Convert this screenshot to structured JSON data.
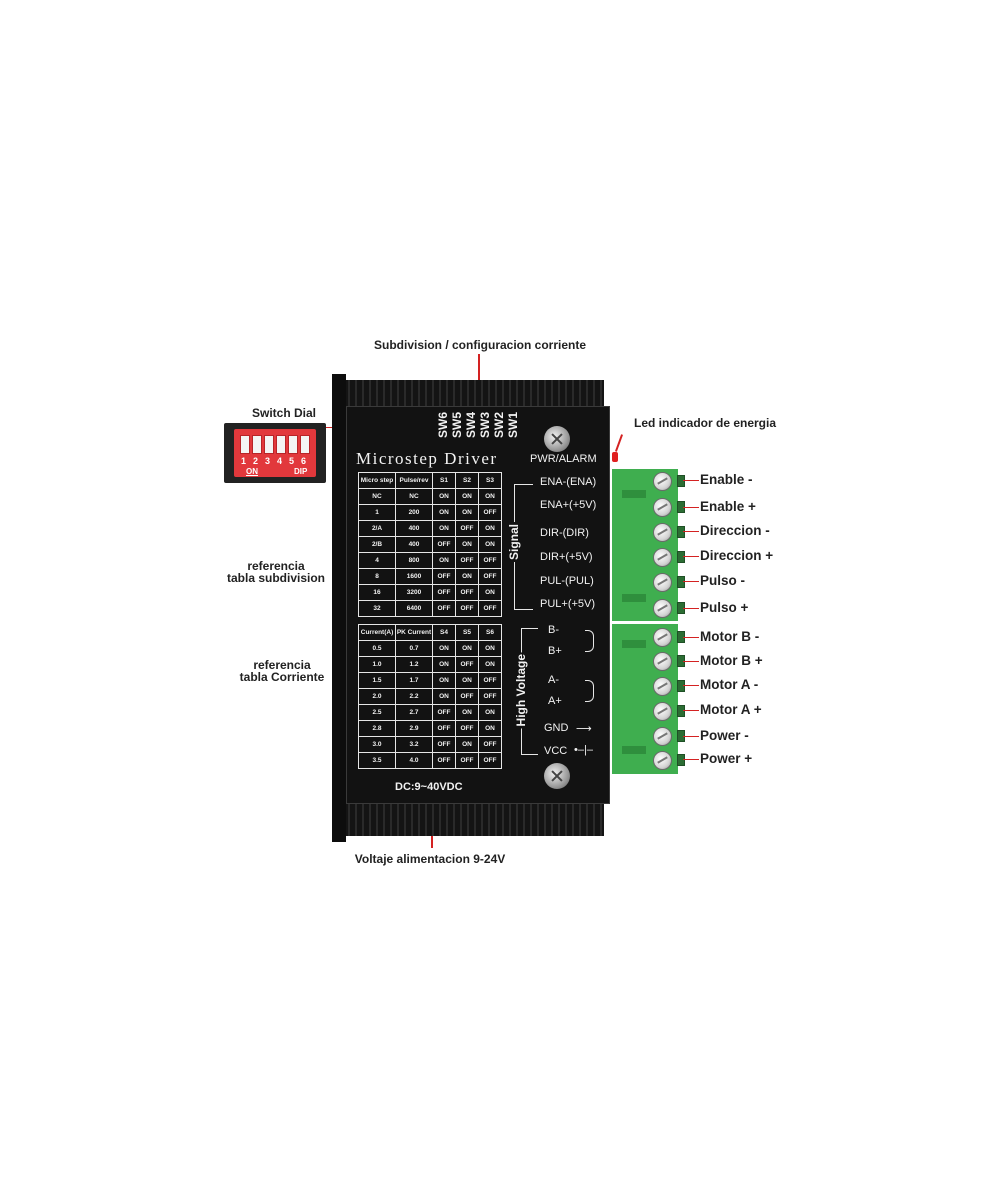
{
  "callouts": {
    "subdivision": "Subdivision / configuracion corriente",
    "switch_dial": "Switch Dial",
    "led": "Led indicador de energia",
    "ref_subdivision_1": "referencia",
    "ref_subdivision_2": "tabla subdivision",
    "ref_current_1": "referencia",
    "ref_current_2": "tabla Corriente",
    "voltage": "Voltaje alimentacion 9-24V"
  },
  "driver": {
    "title": "Microstep Driver",
    "switch_labels": [
      "SW6",
      "SW5",
      "SW4",
      "SW3",
      "SW2",
      "SW1"
    ],
    "led_label": "PWR/ALARM",
    "dc_label": "DC:9~40VDC",
    "signal_label": "Signal",
    "high_voltage_label": "High Voltage",
    "signal_pins": [
      "ENA-(ENA)",
      "ENA+(+5V)",
      "DIR-(DIR)",
      "DIR+(+5V)",
      "PUL-(PUL)",
      "PUL+(+5V)"
    ],
    "hv_pins": [
      "B-",
      "B+",
      "A-",
      "A+",
      "GND",
      "VCC"
    ]
  },
  "dip_switch": {
    "numbers": [
      "1",
      "2",
      "3",
      "4",
      "5",
      "6"
    ],
    "on_text": "ON",
    "dip_text": "DIP"
  },
  "microstep_table": {
    "headers": [
      "Micro step",
      "Pulse/rev",
      "S1",
      "S2",
      "S3"
    ],
    "rows": [
      [
        "NC",
        "NC",
        "ON",
        "ON",
        "ON"
      ],
      [
        "1",
        "200",
        "ON",
        "ON",
        "OFF"
      ],
      [
        "2/A",
        "400",
        "ON",
        "OFF",
        "ON"
      ],
      [
        "2/B",
        "400",
        "OFF",
        "ON",
        "ON"
      ],
      [
        "4",
        "800",
        "ON",
        "OFF",
        "OFF"
      ],
      [
        "8",
        "1600",
        "OFF",
        "ON",
        "OFF"
      ],
      [
        "16",
        "3200",
        "OFF",
        "OFF",
        "ON"
      ],
      [
        "32",
        "6400",
        "OFF",
        "OFF",
        "OFF"
      ]
    ]
  },
  "current_table": {
    "headers": [
      "Current(A)",
      "PK Current",
      "S4",
      "S5",
      "S6"
    ],
    "rows": [
      [
        "0.5",
        "0.7",
        "ON",
        "ON",
        "ON"
      ],
      [
        "1.0",
        "1.2",
        "ON",
        "OFF",
        "ON"
      ],
      [
        "1.5",
        "1.7",
        "ON",
        "ON",
        "OFF"
      ],
      [
        "2.0",
        "2.2",
        "ON",
        "OFF",
        "OFF"
      ],
      [
        "2.5",
        "2.7",
        "OFF",
        "ON",
        "ON"
      ],
      [
        "2.8",
        "2.9",
        "OFF",
        "OFF",
        "ON"
      ],
      [
        "3.0",
        "3.2",
        "OFF",
        "ON",
        "OFF"
      ],
      [
        "3.5",
        "4.0",
        "OFF",
        "OFF",
        "OFF"
      ]
    ]
  },
  "terminal_labels": [
    "Enable -",
    "Enable +",
    "Direccion -",
    "Direccion +",
    "Pulso -",
    "Pulso +",
    "Motor B -",
    "Motor B +",
    "Motor A -",
    "Motor A +",
    "Power -",
    "Power +"
  ],
  "colors": {
    "callout_line": "#d42222",
    "terminal_green": "#3fae4f",
    "dip_red": "#e2383c",
    "body": "#121212"
  }
}
